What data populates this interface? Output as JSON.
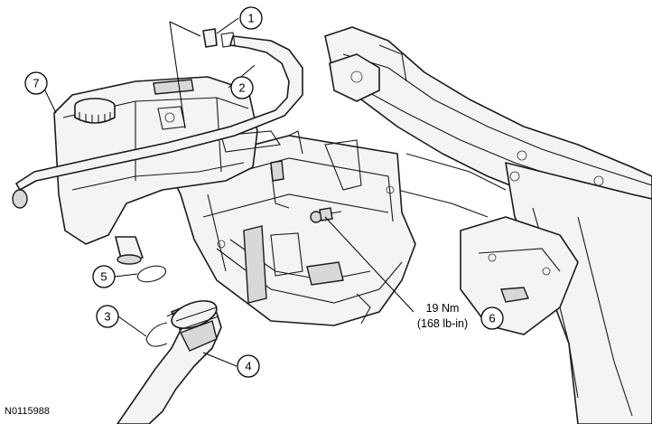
{
  "figure_id": "N0115988",
  "callouts": [
    {
      "number": "1"
    },
    {
      "number": "2"
    },
    {
      "number": "3"
    },
    {
      "number": "4"
    },
    {
      "number": "5"
    },
    {
      "number": "6"
    },
    {
      "number": "7"
    }
  ],
  "torque_spec": {
    "metric": "19 Nm",
    "imperial": "(168 lb-in)"
  }
}
